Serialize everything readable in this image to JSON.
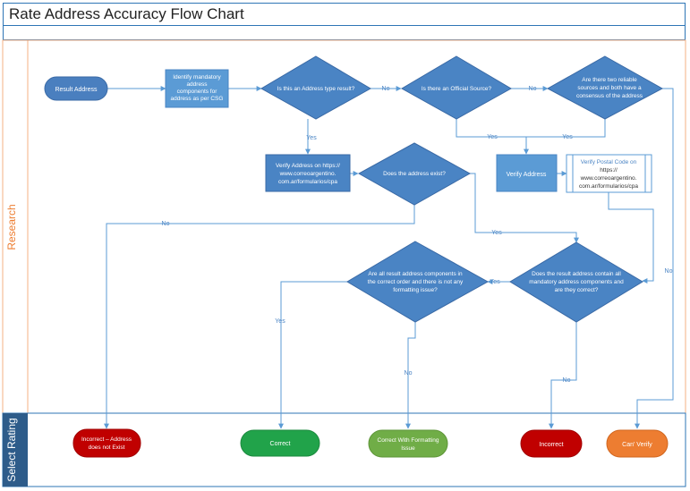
{
  "title": "Rate Address Accuracy Flow Chart",
  "lanes": {
    "research": "Research",
    "rating": "Select Rating"
  },
  "colors": {
    "shape_blue": "#4a84c4",
    "terminator_blue": "#4a7fbf",
    "line_blue": "#5b9bd5",
    "lane_border_orange": "#f4b183",
    "rating_lane_blue": "#2e5c8a",
    "red": "#c00000",
    "green": "#21a34a",
    "olive_green": "#70ad47",
    "orange": "#ed7d31"
  },
  "nodes": {
    "start": "Result Address",
    "identify": [
      "Identify mandatory",
      "address",
      "components for",
      "address as per CSG"
    ],
    "q_type": "Is this an Address type result?",
    "q_official": "Is there an Official Source?",
    "q_two_sources": [
      "Are there two reliable",
      "sources and both have a",
      "consensus of the address"
    ],
    "verify_address_on": [
      "Verify Address on https://",
      "www.correoargentino.",
      "com.ar/formularios/cpa"
    ],
    "q_exist": "Does the address exist?",
    "verify_address": "Verify Address",
    "verify_postal": [
      "Verify Postal Code on",
      "https://",
      "www.correoargentino.",
      "com.ar/formularios/cpa"
    ],
    "q_components": [
      "Does the result address contain all",
      "mandatory address components and",
      "are they correct?"
    ],
    "q_order": [
      "Are all result address components in",
      "the correct order and there is not any",
      "formatting issue?"
    ]
  },
  "outcomes": {
    "not_exist": [
      "Incorrect – Address",
      "does not Exist"
    ],
    "correct": "Correct",
    "correct_formatting": [
      "Correct With Formatting",
      "Issue"
    ],
    "incorrect": "Incorrect",
    "cant_verify": "Can' Verify"
  },
  "edge_labels": {
    "no": "No",
    "yes": "Yes"
  }
}
